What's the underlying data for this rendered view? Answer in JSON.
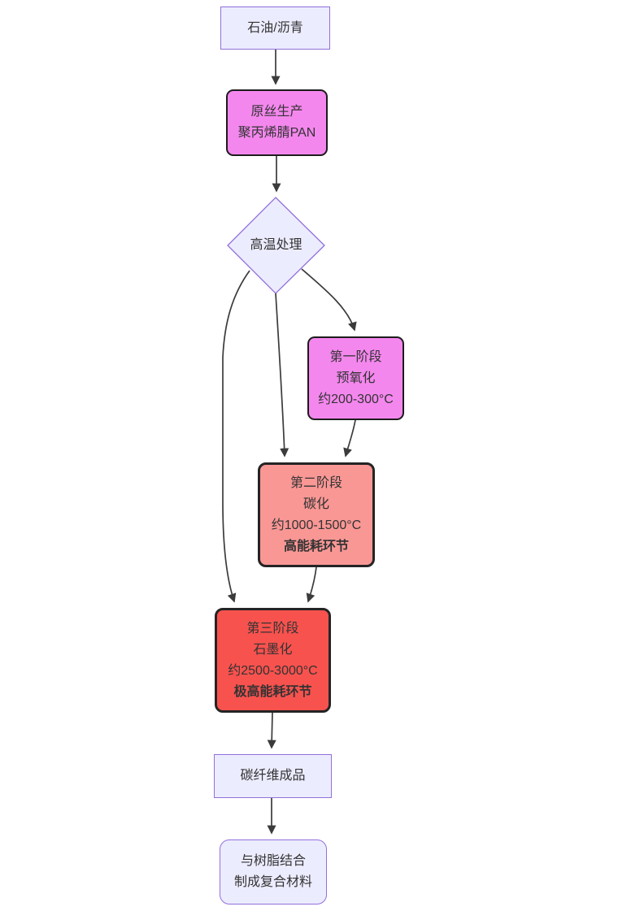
{
  "diagram": {
    "title_semantic": "carbon-fiber-production-flowchart",
    "nodes": {
      "source": {
        "label": "石油/沥青"
      },
      "precursor": {
        "lines": [
          "原丝生产",
          "聚丙烯腈PAN"
        ]
      },
      "decision": {
        "label": "高温处理"
      },
      "stage1": {
        "lines": [
          "第一阶段",
          "预氧化",
          "约200-300°C"
        ]
      },
      "stage2": {
        "lines": [
          "第二阶段",
          "碳化",
          "约1000-1500°C",
          "高能耗环节"
        ]
      },
      "stage3": {
        "lines": [
          "第三阶段",
          "石墨化",
          "约2500-3000°C",
          "极高能耗环节"
        ]
      },
      "product": {
        "label": "碳纤维成品"
      },
      "composite": {
        "lines": [
          "与树脂结合",
          "制成复合材料"
        ]
      }
    },
    "colors": {
      "lavender_fill": "#ECECFF",
      "lavender_border": "#9370DB",
      "magenta_fill": "#f487ee",
      "coral_fill": "#f99795",
      "red_fill": "#f8524e",
      "dark_border": "#1c1c1c",
      "edge_stroke": "#3b3b3b",
      "text": "#333333"
    }
  }
}
